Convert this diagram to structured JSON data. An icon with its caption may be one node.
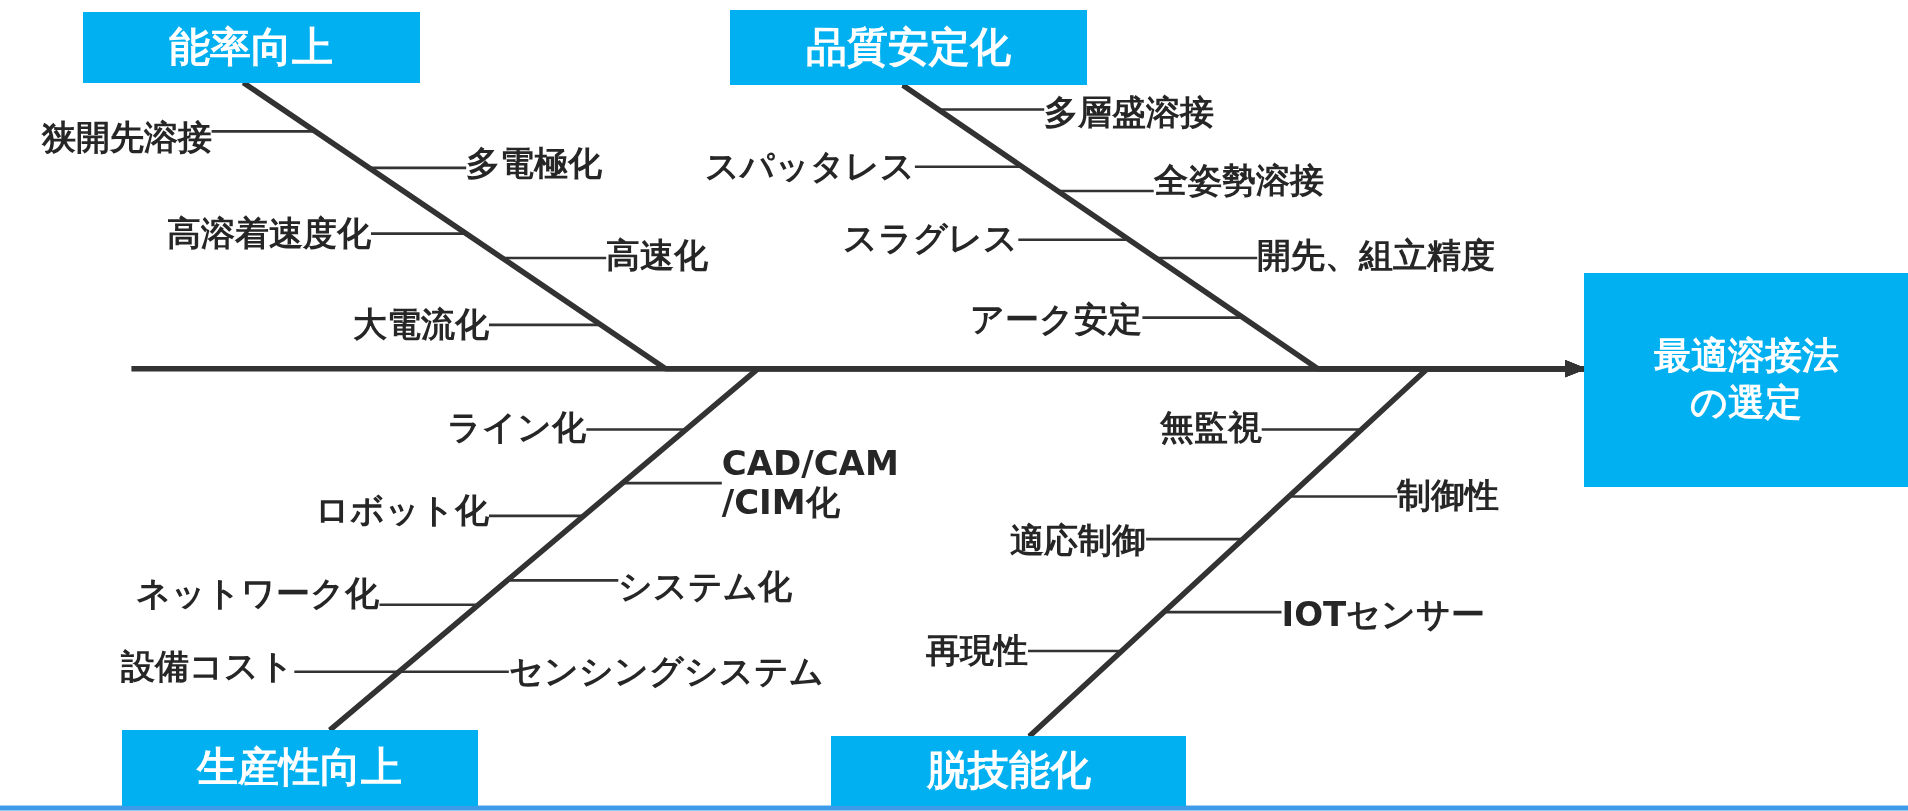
{
  "diagram": {
    "nodes": [
      {
        "text": [
          "能率向上"
        ]
      },
      {
        "text": [
          "品質安定化"
        ]
      },
      {
        "text": [
          "最適溶接法の選定"
        ]
      },
      {
        "text": [
          "生産性向上"
        ]
      },
      {
        "text": [
          "脱技能化"
        ]
      },
      {
        "text": [
          "狭開先溶接"
        ]
      },
      {
        "text": [
          "多電極化"
        ]
      },
      {
        "text": [
          "高溶着速度化"
        ]
      },
      {
        "text": [
          "高速化"
        ]
      },
      {
        "text": [
          "大電流化"
        ]
      },
      {
        "text": [
          "多層盛溶接"
        ]
      },
      {
        "text": [
          "スパッタレス"
        ]
      },
      {
        "text": [
          "全姿勢溶接"
        ]
      },
      {
        "text": [
          "スラグレス"
        ]
      },
      {
        "text": [
          "開先、組立精度"
        ]
      },
      {
        "text": [
          "アーク安定"
        ]
      },
      {
        "text": [
          "ライン化"
        ]
      },
      {
        "text": [
          "CAD/CAM /CIM化"
        ]
      },
      {
        "text": [
          "ロボット化"
        ]
      },
      {
        "text": [
          "システム化"
        ]
      },
      {
        "text": [
          "ネットワーク化"
        ]
      },
      {
        "text": [
          "設備コスト"
        ]
      },
      {
        "text": [
          "センシングシステム"
        ]
      },
      {
        "text": [
          "無監視"
        ]
      },
      {
        "text": [
          "制御性"
        ]
      },
      {
        "text": [
          "適応制御"
        ]
      },
      {
        "text": [
          "IOTセンサー"
        ]
      },
      {
        "text": [
          "再現性"
        ]
      }
    ],
    "edges": [
      {
        "from": null,
        "to": 2,
        "arrow": "to",
        "style": "thick"
      },
      {
        "from": 0,
        "to": 2,
        "arrow": "to",
        "style": "thick"
      },
      {
        "from": 1,
        "to": 2,
        "arrow": "to",
        "style": "thick"
      },
      {
        "from": 3,
        "to": 2,
        "arrow": "to",
        "style": "thick"
      },
      {
        "from": 4,
        "to": 2,
        "arrow": "to",
        "style": "thick"
      },
      {
        "from": 5,
        "to": 0,
        "arrow": "none"
      },
      {
        "from": 6,
        "to": 0,
        "arrow": "none"
      },
      {
        "from": 7,
        "to": 0,
        "arrow": "none"
      },
      {
        "from": 8,
        "to": 0,
        "arrow": "none"
      },
      {
        "from": 9,
        "to": 0,
        "arrow": "none"
      },
      {
        "from": 10,
        "to": 1,
        "arrow": "none"
      },
      {
        "from": 11,
        "to": 1,
        "arrow": "none"
      },
      {
        "from": 12,
        "to": 1,
        "arrow": "none"
      },
      {
        "from": 13,
        "to": 1,
        "arrow": "none"
      },
      {
        "from": 14,
        "to": 1,
        "arrow": "none"
      },
      {
        "from": 15,
        "to": 1,
        "arrow": "none"
      },
      {
        "from": 16,
        "to": 3,
        "arrow": "none"
      },
      {
        "from": 17,
        "to": 3,
        "arrow": "none"
      },
      {
        "from": 18,
        "to": 3,
        "arrow": "none"
      },
      {
        "from": 19,
        "to": 3,
        "arrow": "none"
      },
      {
        "from": 20,
        "to": 3,
        "arrow": "none"
      },
      {
        "from": 21,
        "to": 3,
        "arrow": "none"
      },
      {
        "from": 22,
        "to": 3,
        "arrow": "none"
      },
      {
        "from": 23,
        "to": 4,
        "arrow": "none"
      },
      {
        "from": 24,
        "to": 4,
        "arrow": "none"
      },
      {
        "from": 25,
        "to": 4,
        "arrow": "none"
      },
      {
        "from": 26,
        "to": 4,
        "arrow": "none"
      },
      {
        "from": 27,
        "to": 4,
        "arrow": "none"
      }
    ]
  }
}
